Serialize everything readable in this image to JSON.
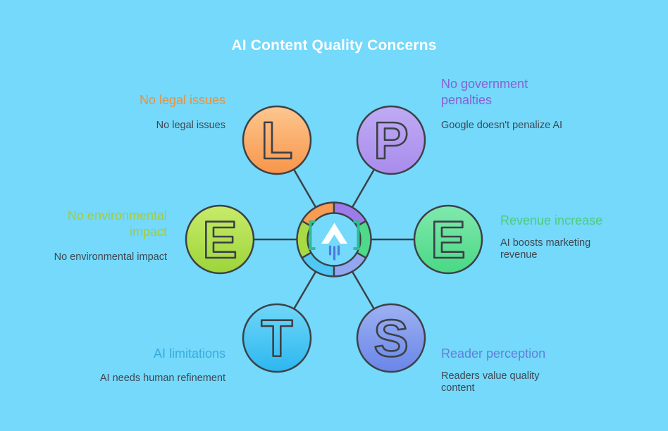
{
  "title": "AI Content Quality Concerns",
  "colors": {
    "background": "#74D9FA",
    "title_text": "#FFFFFF",
    "outline": "#3C4148",
    "subtitle_text": "#3F4753",
    "bracket": "#2CBE90",
    "rocket": "#FFFFFF",
    "thrust": "#4A7BE0"
  },
  "nodes": [
    {
      "id": "legal",
      "letter": "L",
      "title": "No legal issues",
      "subtitle": "No legal issues",
      "title_color": "#E8913D",
      "color": "#F89C53",
      "color_top": "#FDC78F",
      "color_bottom": "#F8954A"
    },
    {
      "id": "penalties",
      "letter": "P",
      "title": "No government penalties",
      "subtitle": "Google doesn't penalize AI",
      "title_color": "#8B5FD8",
      "color": "#9E7BEA",
      "color_top": "#BFABF4",
      "color_bottom": "#A98CEC"
    },
    {
      "id": "environment",
      "letter": "E",
      "title": "No environmental impact",
      "subtitle": "No environmental impact",
      "title_color": "#A6CB3A",
      "color": "#A8DA45",
      "color_top": "#C9EB69",
      "color_bottom": "#9CD53A"
    },
    {
      "id": "revenue",
      "letter": "E",
      "title": "Revenue increase",
      "subtitle": "AI boosts marketing revenue",
      "title_color": "#4ECC7E",
      "color": "#4FDA89",
      "color_top": "#80E9AE",
      "color_bottom": "#4AD885"
    },
    {
      "id": "limitations",
      "letter": "T",
      "title": "AI limitations",
      "subtitle": "AI needs human refinement",
      "title_color": "#38ABDF",
      "color": "#4FC8F4",
      "color_top": "#70D7F8",
      "color_bottom": "#2CB7F0"
    },
    {
      "id": "perception",
      "letter": "S",
      "title": "Reader perception",
      "subtitle": "Readers value quality content",
      "title_color": "#5F80D8",
      "color": "#92A7F0",
      "color_top": "#9DB1F2",
      "color_bottom": "#6A86E8"
    }
  ]
}
